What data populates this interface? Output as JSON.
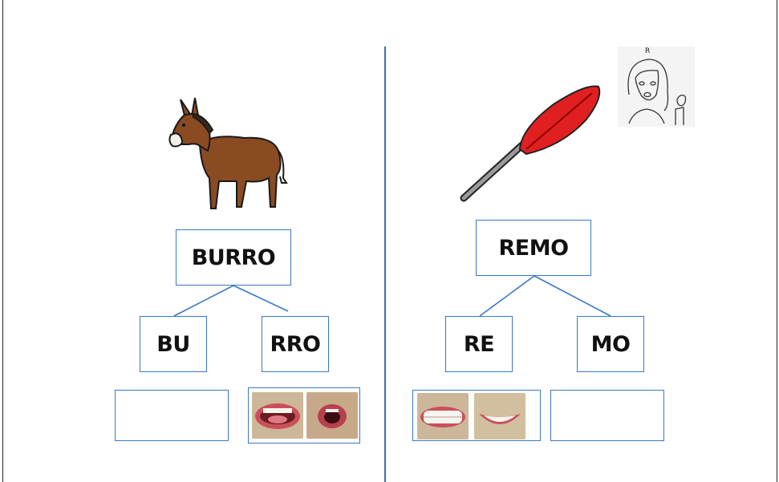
{
  "left": {
    "word": "BURRO",
    "syllables": [
      "BU",
      "RRO"
    ],
    "picture": "donkey-icon",
    "mouth_pictures": [
      "mouth-open-tongue-icon",
      "mouth-round-open-icon"
    ]
  },
  "right": {
    "word": "REMO",
    "syllables": [
      "RE",
      "MO"
    ],
    "picture": "paddle-icon",
    "sign_picture": "sign-r-icon",
    "sign_letter": "R",
    "mouth_pictures": [
      "mouth-smile-teeth-icon",
      "mouth-wide-smile-icon"
    ]
  },
  "colors": {
    "box_border": "#3b78c3",
    "divider": "#3b6fb6",
    "paddle": "#e02020",
    "donkey": "#8a4a22"
  }
}
